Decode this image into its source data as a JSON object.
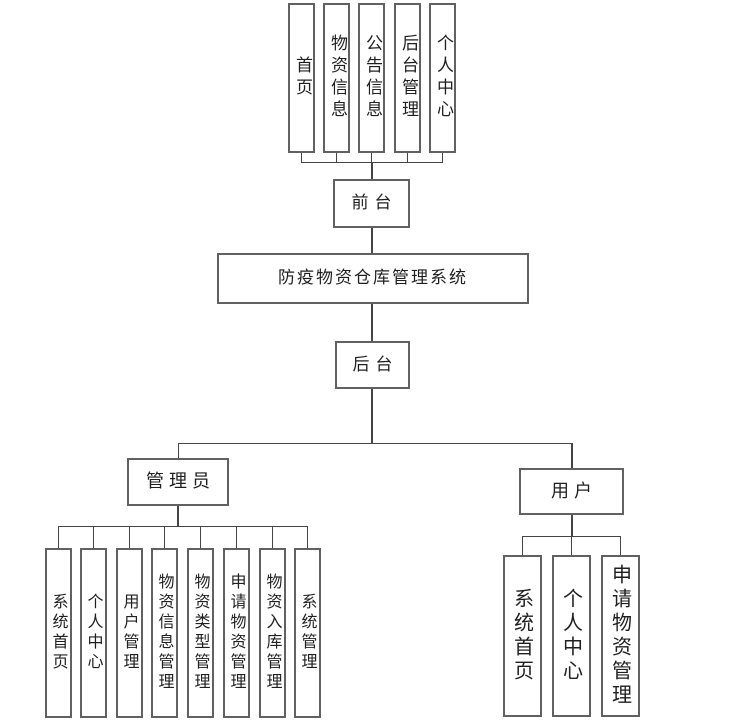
{
  "diagram": {
    "title": "防疫物资仓库管理系统",
    "front_label": "前台",
    "back_label": "后台",
    "admin_label": "管理员",
    "user_label": "用户",
    "front_items": [
      "首页",
      "物资信息",
      "公告信息",
      "后台管理",
      "个人中心"
    ],
    "admin_items": [
      "系统首页",
      "个人中心",
      "用户管理",
      "物资信息管理",
      "物资类型管理",
      "申请物资管理",
      "物资入库管理",
      "系统管理"
    ],
    "user_items": [
      "系统首页",
      "个人中心",
      "申请物资管理"
    ],
    "colors": {
      "background": "#ffffff",
      "box_border": "#616161",
      "connector": "#454545",
      "text": "#1f1f1f"
    }
  }
}
